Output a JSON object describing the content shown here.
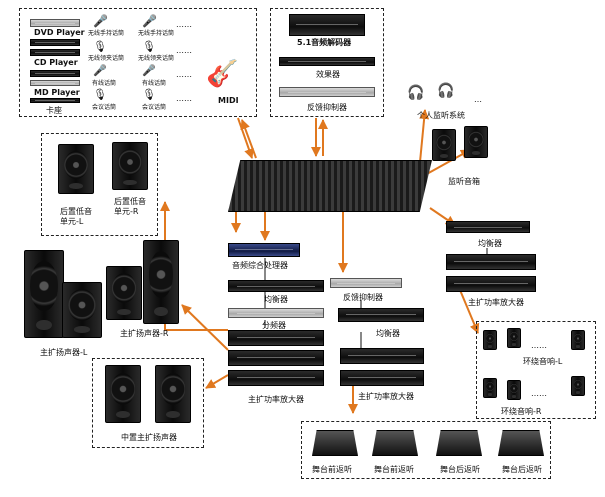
{
  "sources": {
    "dvd_label": "DVD Player",
    "cd_label": "CD Player",
    "md_label": "MD Player",
    "deck_label": "卡座",
    "mics": [
      "无线手持话筒",
      "无线手持话筒",
      "无线领夹话筒",
      "无线领夹话筒",
      "有线话筒",
      "有线话筒",
      "会议话筒",
      "会议话筒"
    ],
    "ellipsis": "……",
    "midi_label": "MIDI"
  },
  "processors_top": {
    "decoder_label": "5.1音频解码器",
    "effects_label": "效果器",
    "feedback_label": "反馈抑制器"
  },
  "personal_monitor": {
    "label": "个人监听系统",
    "ellipsis": "…",
    "speaker_label": "监听音箱"
  },
  "subwoofer": {
    "label_left": "后置低音\n单元-L",
    "label_right": "后置低音\n单元-R"
  },
  "main_speakers": {
    "label_left": "主扩扬声器-L",
    "label_right": "主扩扬声器-R"
  },
  "center_speakers": {
    "label": "中置主扩扬声器"
  },
  "chain_center": {
    "processor_label": "音频综合处理器",
    "eq_label": "均衡器",
    "crossover_label": "分频器",
    "amp_label": "主扩功率放大器"
  },
  "chain_middle": {
    "feedback_label": "反馈抑制器",
    "eq_label": "均衡器",
    "amp_label": "主扩功率放大器"
  },
  "chain_right": {
    "eq_label": "均衡器",
    "amp_label": "主扩功率放大器"
  },
  "surround": {
    "label_left": "环绕音响-L",
    "label_right": "环绕音响-R",
    "ellipsis": "……"
  },
  "stage_monitors": {
    "labels": [
      "舞台前返听",
      "舞台前返听",
      "舞台后返听",
      "舞台后返听"
    ]
  },
  "colors": {
    "arrow": "#e0781f",
    "line": "#111111"
  }
}
